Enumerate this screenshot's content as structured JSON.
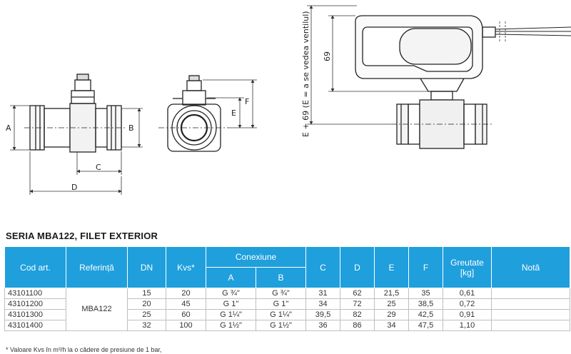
{
  "drawing": {
    "dims": {
      "a": "A",
      "b": "B",
      "c": "C",
      "d": "D",
      "e": "E",
      "f": "F",
      "h69": "69"
    },
    "vertical_label": "E + 69 (E = a se vedea ventilul)"
  },
  "title": "SERIA MBA122, FILET EXTERIOR",
  "table": {
    "headers": {
      "cod": "Cod art.",
      "referinta": "Referință",
      "dn": "DN",
      "kvs": "Kvs*",
      "conexiune": "Conexiune",
      "a": "A",
      "b": "B",
      "c": "C",
      "d": "D",
      "e": "E",
      "f": "F",
      "greutate": "Greutate [kg]",
      "nota": "Notă"
    },
    "referinta_value": "MBA122",
    "rows": [
      {
        "cod": "43101100",
        "dn": "15",
        "kvs": "20",
        "a": "G ¾\"",
        "b": "G ¾\"",
        "c": "31",
        "d": "62",
        "e": "21,5",
        "f": "35",
        "greutate": "0,61",
        "nota": ""
      },
      {
        "cod": "43101200",
        "dn": "20",
        "kvs": "45",
        "a": "G 1\"",
        "b": "G 1\"",
        "c": "34",
        "d": "72",
        "e": "25",
        "f": "38,5",
        "greutate": "0,72",
        "nota": ""
      },
      {
        "cod": "43101300",
        "dn": "25",
        "kvs": "60",
        "a": "G 1¼\"",
        "b": "G 1¼\"",
        "c": "39,5",
        "d": "82",
        "e": "29",
        "f": "42,5",
        "greutate": "0,91",
        "nota": ""
      },
      {
        "cod": "43101400",
        "dn": "32",
        "kvs": "100",
        "a": "G 1½\"",
        "b": "G 1½\"",
        "c": "36",
        "d": "86",
        "e": "34",
        "f": "47,5",
        "greutate": "1,10",
        "nota": ""
      }
    ]
  },
  "footnote": "* Valoare Kvs în m³/h la o cădere de presiune de 1 bar,",
  "colors": {
    "header_bg": "#1f9fdc",
    "header_text": "#ffffff",
    "border": "#bfbfbf"
  }
}
